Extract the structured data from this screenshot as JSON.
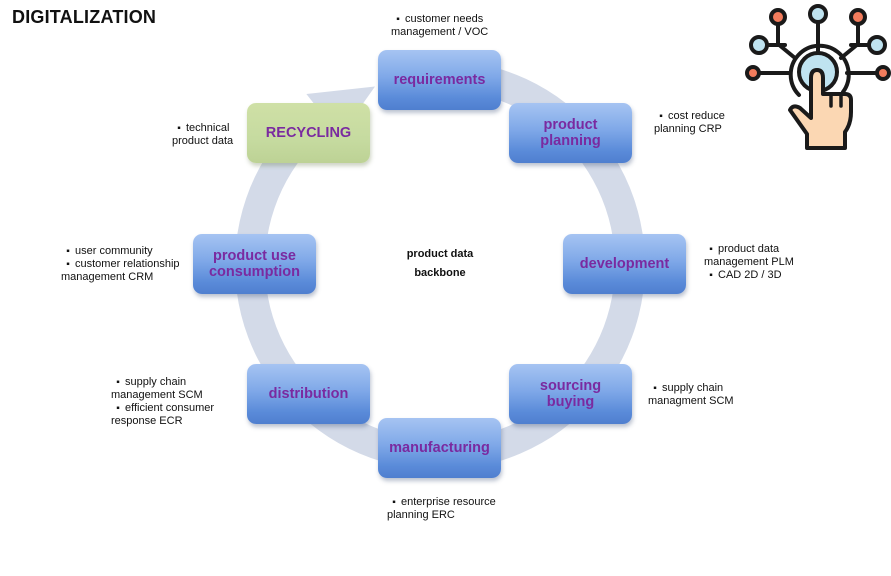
{
  "title": "DIGITALIZATION",
  "center_label": [
    "product data",
    "backbone"
  ],
  "stages": [
    {
      "id": "requirements",
      "lines": [
        "requirements"
      ],
      "color": "blue",
      "notes": [
        {
          "bullet": true,
          "text": "customer needs"
        },
        {
          "bullet": false,
          "text": "management / VOC"
        }
      ]
    },
    {
      "id": "product-planning",
      "lines": [
        "product",
        "planning"
      ],
      "color": "blue",
      "notes": [
        {
          "bullet": true,
          "text": "cost reduce"
        },
        {
          "bullet": false,
          "text": "planning CRP"
        }
      ]
    },
    {
      "id": "development",
      "lines": [
        "development"
      ],
      "color": "blue",
      "notes": [
        {
          "bullet": true,
          "text": "product data"
        },
        {
          "bullet": false,
          "text": "management PLM"
        },
        {
          "bullet": true,
          "text": "CAD 2D / 3D"
        }
      ]
    },
    {
      "id": "sourcing-buying",
      "lines": [
        "sourcing",
        "buying"
      ],
      "color": "blue",
      "notes": [
        {
          "bullet": true,
          "text": "supply chain"
        },
        {
          "bullet": false,
          "text": "managment SCM"
        }
      ]
    },
    {
      "id": "manufacturing",
      "lines": [
        "manufacturing"
      ],
      "color": "blue",
      "notes": [
        {
          "bullet": true,
          "text": "enterprise resource"
        },
        {
          "bullet": false,
          "text": "planning ERC"
        }
      ]
    },
    {
      "id": "distribution",
      "lines": [
        "distribution"
      ],
      "color": "blue",
      "notes": [
        {
          "bullet": true,
          "text": "supply chain"
        },
        {
          "bullet": false,
          "text": "management SCM"
        },
        {
          "bullet": true,
          "text": "efficient consumer"
        },
        {
          "bullet": false,
          "text": "response ECR"
        }
      ]
    },
    {
      "id": "product-use-consumption",
      "lines": [
        "product use",
        "consumption"
      ],
      "color": "blue",
      "notes": [
        {
          "bullet": true,
          "text": "user community"
        },
        {
          "bullet": true,
          "text": "customer relationship"
        },
        {
          "bullet": false,
          "text": "management CRM"
        }
      ]
    },
    {
      "id": "recycling",
      "lines": [
        "RECYCLING"
      ],
      "color": "green",
      "notes": [
        {
          "bullet": true,
          "text": "technical"
        },
        {
          "bullet": false,
          "text": "product data"
        }
      ]
    }
  ],
  "colors": {
    "box_blue": "#7fa8e8",
    "box_green": "#c6dba0",
    "box_text": "#7a2aa0",
    "ring": "#d3dae8",
    "icon_outline": "#1a1a1a",
    "icon_node_blue": "#bfe3f0",
    "icon_node_orange": "#f27c5c",
    "icon_hand": "#fbd7b3"
  },
  "icon": "digital-touch-network-icon"
}
